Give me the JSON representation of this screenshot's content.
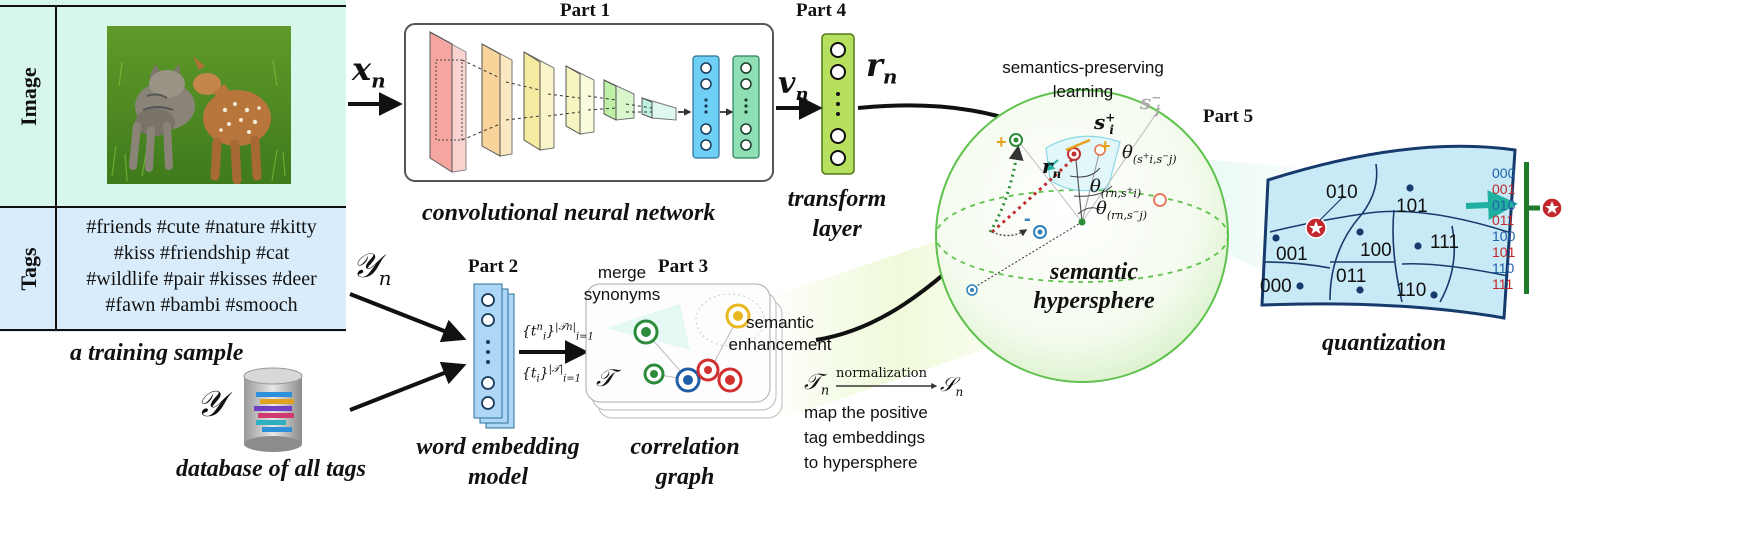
{
  "sample": {
    "image_row_label": "Image",
    "tags_row_label": "Tags",
    "tags_lines": [
      "#friends #cute #nature #kitty",
      "#kiss #friendship #cat",
      "#wildlife #pair #kisses #deer",
      "#fawn #bambi #smooch"
    ],
    "caption": "a training sample"
  },
  "database_caption": "database of all tags",
  "symbols": {
    "x_n": "x",
    "x_sub": "n",
    "v_n": "v",
    "v_sub": "n",
    "r_n": "r",
    "r_sub": "n",
    "Y_n": "𝒴",
    "Y_sub": "n",
    "Y": "𝒴",
    "tn_set": "{t",
    "tn_sup": "n",
    "tn_sub": "i",
    "tn_range": "}",
    "tn_top": "|𝒯",
    "tn_top2": "n",
    "tn_top3": "|",
    "tn_bot": "i=1",
    "t_set": "{t",
    "t_sub": "i",
    "t_range": "}",
    "t_top": "|𝒯|",
    "t_bot": "i=1",
    "T_tilde": "𝒯",
    "Tn_tilde": "𝒯",
    "Tn_sub": "n",
    "normalization": "normalization",
    "S_n": "𝒮",
    "S_sub": "n",
    "s_plus": "s",
    "s_plus_sup": "+",
    "s_plus_sub": "i",
    "s_minus": "s",
    "s_minus_sup": "−",
    "s_minus_sub": "j",
    "theta1": "θ",
    "theta1_sub": "(s",
    "theta1_sub_b": "+",
    "theta1_sub_c": "i",
    "theta1_sub_d": ",s",
    "theta1_sub_e": "−",
    "theta1_sub_f": "j",
    "theta1_sub_g": ")",
    "theta2": "θ",
    "theta2_sub": "(r",
    "theta2_sub_b": "n",
    "theta2_sub_c": ",s",
    "theta2_sub_d": "+",
    "theta2_sub_e": "i",
    "theta2_sub_f": ")",
    "theta3": "θ",
    "theta3_sub": "(r",
    "theta3_sub_b": "n",
    "theta3_sub_c": ",s",
    "theta3_sub_d": "−",
    "theta3_sub_e": "j",
    "theta3_sub_f": ")",
    "plus": "+",
    "minus": "-"
  },
  "parts": {
    "part1": "Part 1",
    "part2": "Part 2",
    "part3": "Part 3",
    "part4": "Part 4",
    "part5": "Part 5"
  },
  "captions": {
    "cnn": "convolutional neural network",
    "transform1": "transform",
    "transform2": "layer",
    "word1": "word embedding",
    "word2": "model",
    "corr1": "correlation",
    "corr2": "graph",
    "sem1": "semantic",
    "sem2": "hypersphere",
    "quant": "quantization"
  },
  "annotations": {
    "merge1": "merge",
    "merge2": "synonyms",
    "enh1": "semantic",
    "enh2": "enhancement",
    "map1": "map the positive",
    "map2": "tag embeddings",
    "map3": "to hypersphere",
    "spl1": "semantics-preserving",
    "spl2": "learning"
  },
  "quantization": {
    "cells": [
      "010",
      "101",
      "001",
      "100",
      "111",
      "000",
      "011",
      "110"
    ],
    "codes": [
      {
        "code": "000",
        "color": "#1f5fa8"
      },
      {
        "code": "001",
        "color": "#c0282d"
      },
      {
        "code": "010",
        "color": "#1f5fa8"
      },
      {
        "code": "011",
        "color": "#c0282d"
      },
      {
        "code": "100",
        "color": "#1f5fa8"
      },
      {
        "code": "101",
        "color": "#c0282d"
      },
      {
        "code": "110",
        "color": "#1f5fa8"
      },
      {
        "code": "111",
        "color": "#c0282d"
      }
    ]
  },
  "colors": {
    "image_row": "#d7f7ec",
    "tags_row": "#d9ecfb",
    "green_sphere": "#5fc24d",
    "blue_vector": "#6fcff5",
    "green_vector": "#8ee0b4",
    "transform": "#b5df5c",
    "embedding": "#aed6f6",
    "teal_arrow": "#20b0a0",
    "quant_fill": "#c8eaf6",
    "quant_stroke": "#173a6d"
  }
}
